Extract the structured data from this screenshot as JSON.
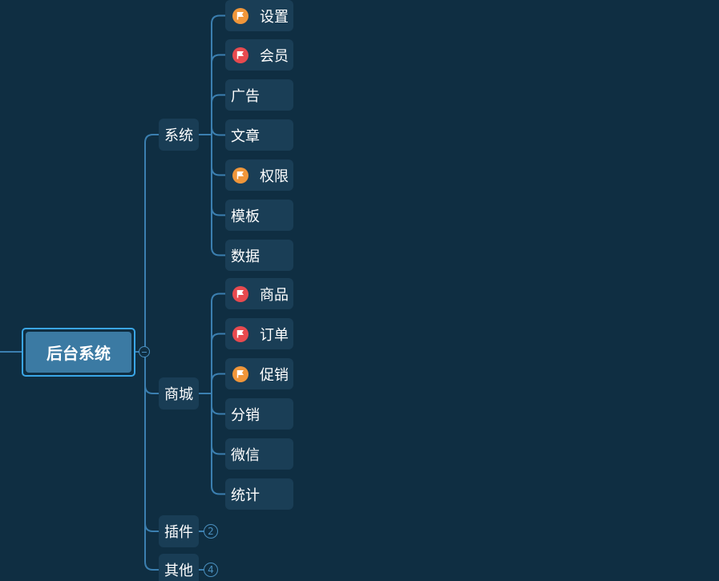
{
  "root": {
    "label": "后台系统"
  },
  "colors": {
    "background": "#0f2e42",
    "connector": "#3b7fb0",
    "root_fill": "#3b7aa3",
    "root_border": "#3aa6e6",
    "node_fill": "#1a3e56",
    "flag_orange": "#f0963a",
    "flag_red": "#e84a4f"
  },
  "branches": {
    "system": {
      "label": "系统",
      "children": [
        {
          "label": "设置",
          "flag": "orange"
        },
        {
          "label": "会员",
          "flag": "red"
        },
        {
          "label": "广告",
          "flag": null
        },
        {
          "label": "文章",
          "flag": null
        },
        {
          "label": "权限",
          "flag": "orange"
        },
        {
          "label": "模板",
          "flag": null
        },
        {
          "label": "数据",
          "flag": null
        }
      ]
    },
    "mall": {
      "label": "商城",
      "children": [
        {
          "label": "商品",
          "flag": "red"
        },
        {
          "label": "订单",
          "flag": "red"
        },
        {
          "label": "促销",
          "flag": "orange"
        },
        {
          "label": "分销",
          "flag": null
        },
        {
          "label": "微信",
          "flag": null
        },
        {
          "label": "统计",
          "flag": null
        }
      ]
    },
    "plugins": {
      "label": "插件",
      "collapsed_count": "2"
    },
    "other": {
      "label": "其他",
      "collapsed_count": "4"
    }
  }
}
